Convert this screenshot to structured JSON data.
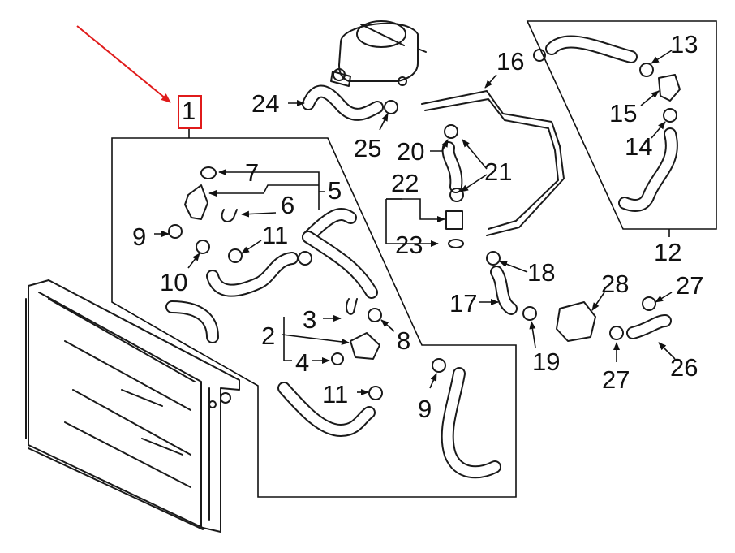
{
  "callouts": {
    "c1": "1",
    "c2": "2",
    "c3": "3",
    "c4": "4",
    "c5": "5",
    "c6": "6",
    "c7": "7",
    "c8": "8",
    "c9a": "9",
    "c9b": "9",
    "c10": "10",
    "c11a": "11",
    "c11b": "11",
    "c12": "12",
    "c13": "13",
    "c14": "14",
    "c15": "15",
    "c16": "16",
    "c17": "17",
    "c18": "18",
    "c19": "19",
    "c20": "20",
    "c21": "21",
    "c22": "22",
    "c23": "23",
    "c24": "24",
    "c25": "25",
    "c26": "26",
    "c27a": "27",
    "c27b": "27",
    "c28": "28"
  },
  "colors": {
    "highlight": "#e01b1b",
    "ink": "#111111",
    "background": "#f2f4f7",
    "panel": "#ffffff"
  }
}
